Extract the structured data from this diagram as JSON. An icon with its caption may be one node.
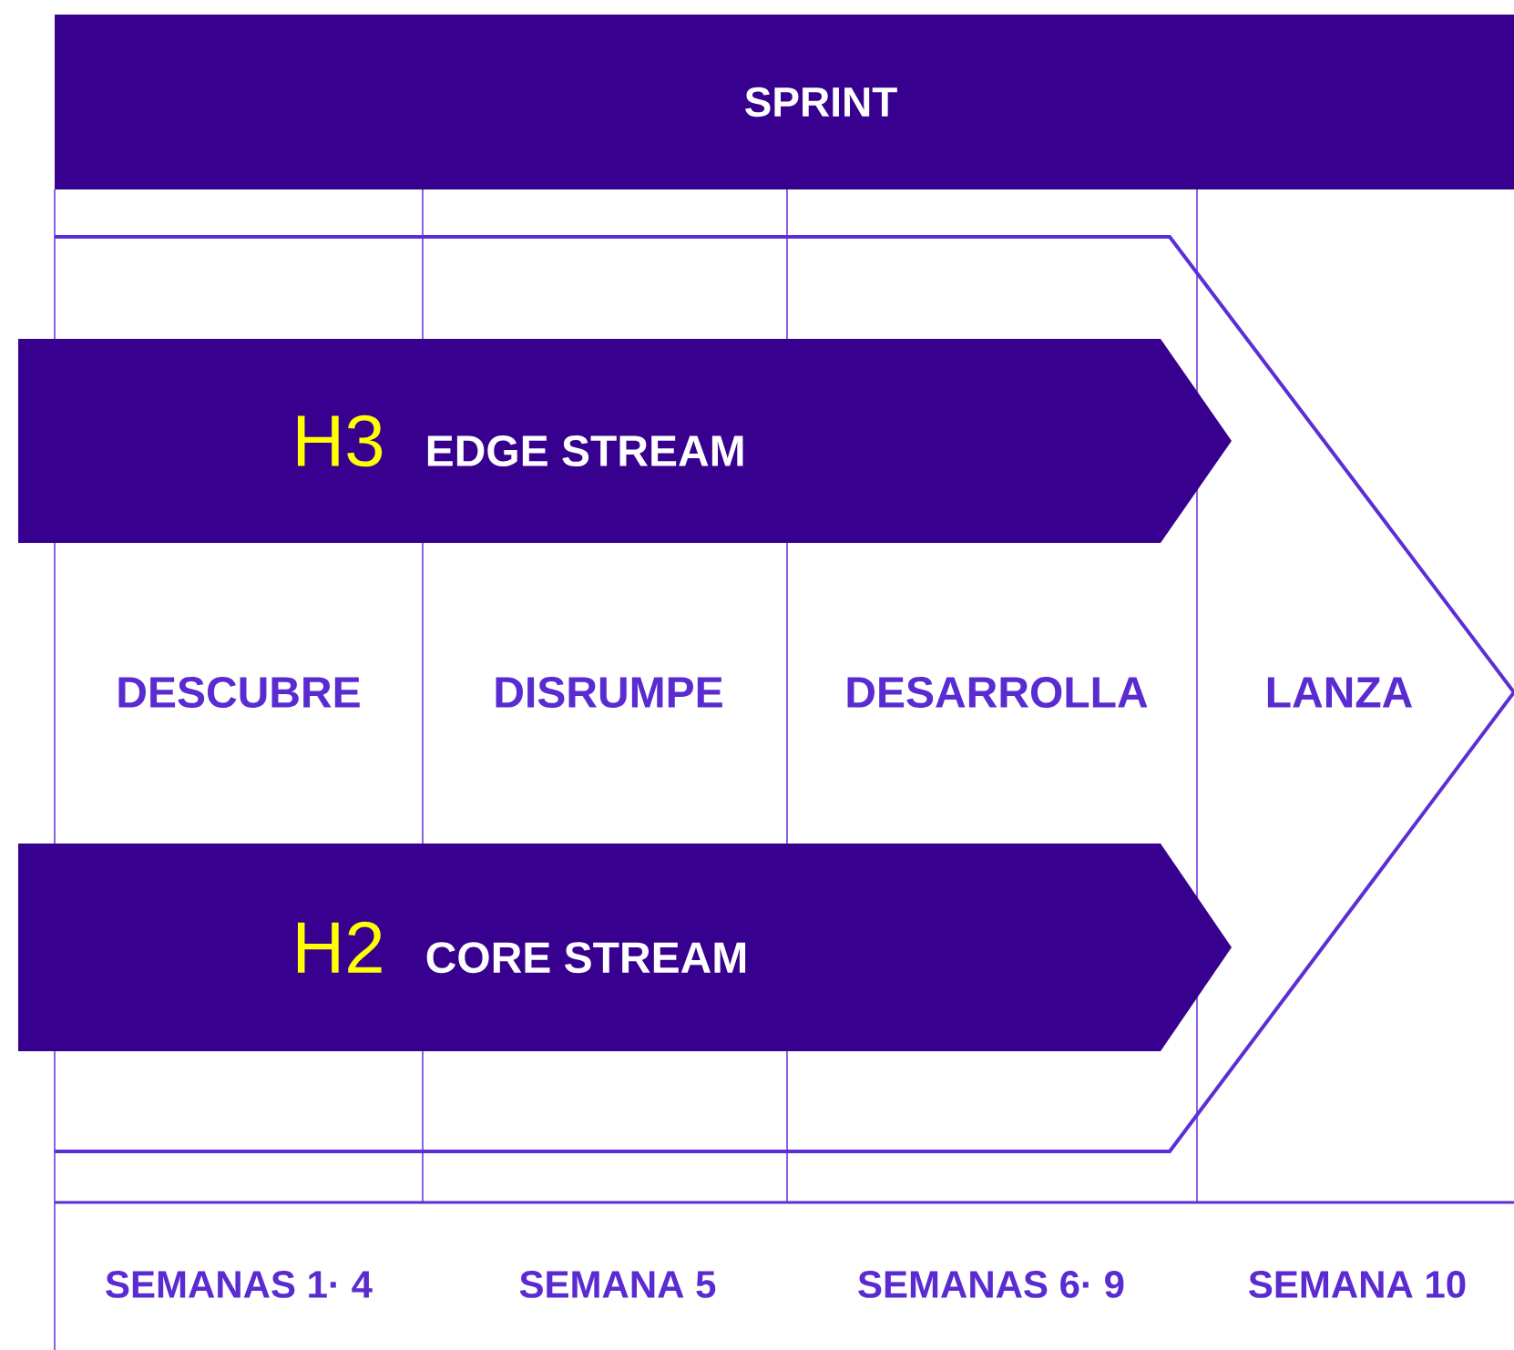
{
  "diagram": {
    "nodes": [
      {
        "text": [
          "SPRINT"
        ]
      },
      {
        "text": [
          "H3",
          "EDGE STREAM"
        ]
      },
      {
        "text": [
          "H2",
          "CORE STREAM"
        ]
      }
    ],
    "labels": [
      "DESCUBRE",
      "DISRUMPE",
      "DESARROLLA",
      "LANZA",
      "SEMANAS 1· 4",
      "SEMANA 5",
      "SEMANAS 6· 9",
      "SEMANA 10"
    ]
  }
}
